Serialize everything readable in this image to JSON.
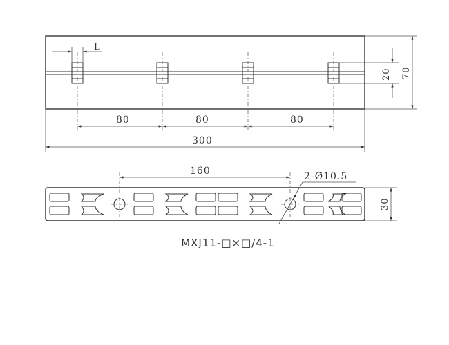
{
  "top_view": {
    "dim_L": "L",
    "dim_pitch_1": "80",
    "dim_pitch_2": "80",
    "dim_pitch_3": "80",
    "dim_length": "300",
    "dim_groove_width": "20",
    "dim_height": "70"
  },
  "bottom_view": {
    "dim_hole_spacing": "160",
    "dim_hole_callout": "2-Ø10.5",
    "dim_width": "30"
  },
  "model_code": "MXJ11-□×□/4-1"
}
